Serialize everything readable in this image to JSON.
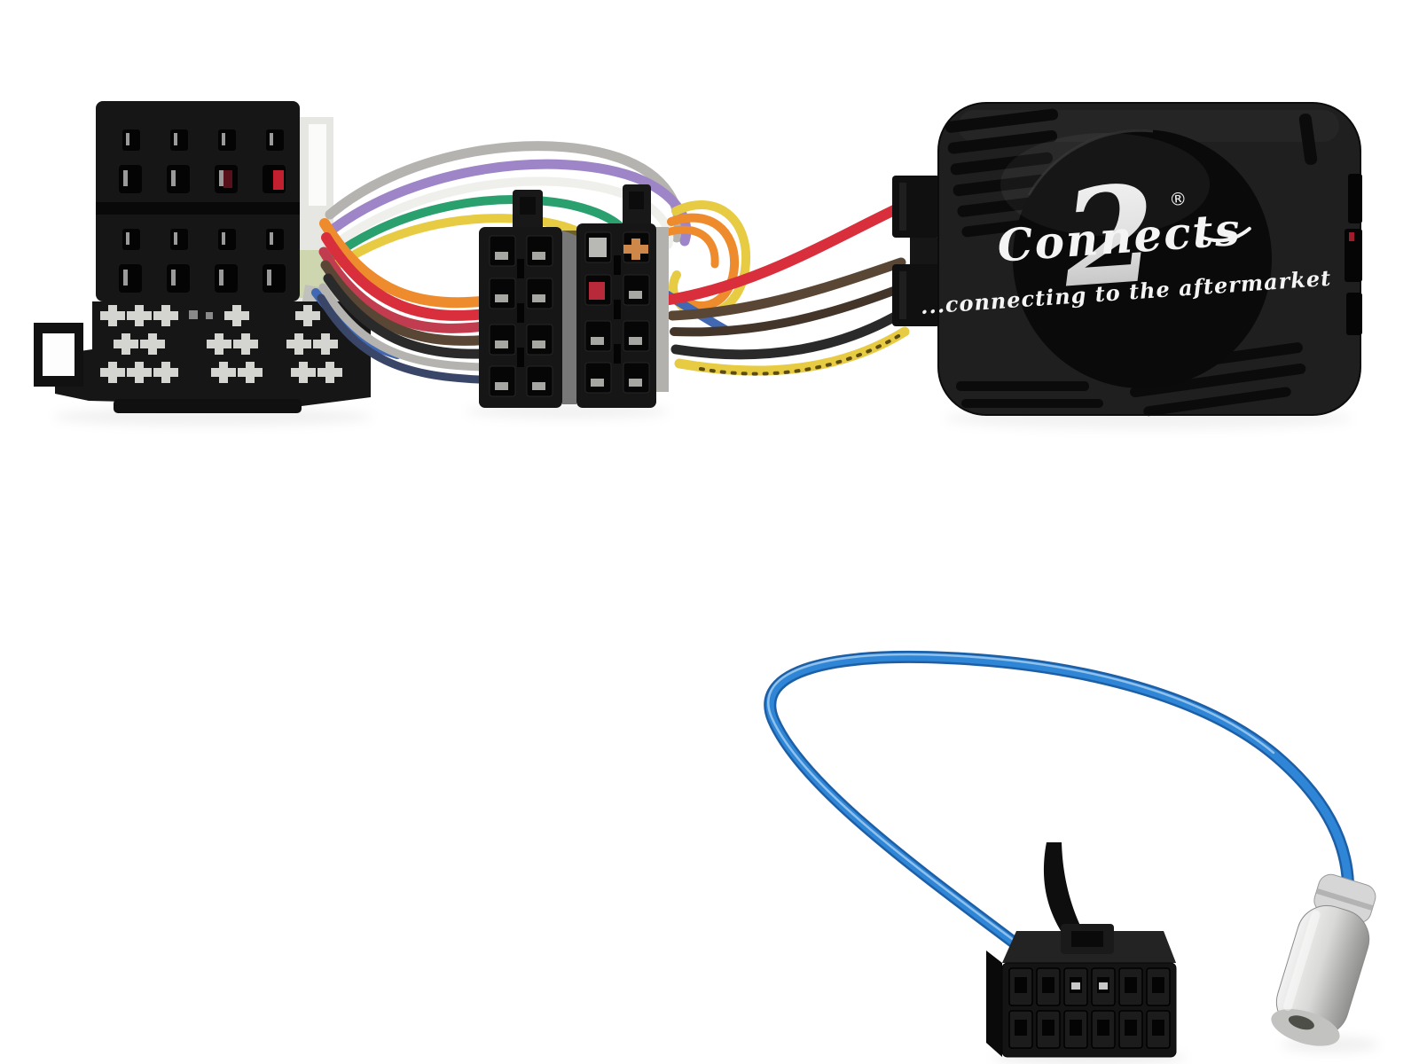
{
  "photo": {
    "background": "#ffffff",
    "logo": {
      "script_text": "Connects",
      "big_numeral": "2",
      "registered_mark": "®",
      "tagline": "...connecting to the aftermarket",
      "color": "#f4f4f4"
    },
    "wires": {
      "orange": "#ee8b2d",
      "red": "#d92f3c",
      "crimson": "#c23c50",
      "brown": "#5a4634",
      "dark_brown": "#44352a",
      "black": "#2a2a2a",
      "green": "#2aa06e",
      "yellow": "#e6cb43",
      "white": "#efefec",
      "gray": "#b5b3af",
      "purple": "#9d85c8",
      "blue": "#4168b2",
      "navy": "#3a4668",
      "label_print": "#5c4c12"
    },
    "cable": {
      "blue_outline": "#1c5fa6",
      "blue": "#2f85d6",
      "blue_highlight": "#a8d0f0"
    },
    "plastic": {
      "housing": "#161616",
      "housing_light": "#232323",
      "box_body": "#1f1f1f",
      "box_circle": "#0a0a0a",
      "socket": "#060606",
      "pin_silver": "#d4d4d0",
      "accent_red": "#c2202e",
      "label_white": "#e6e6e2",
      "label_green": "#cdd6ae",
      "side_gray": "#b3b1ad",
      "chrome_light": "#ececec",
      "chrome_dark": "#939393"
    }
  }
}
